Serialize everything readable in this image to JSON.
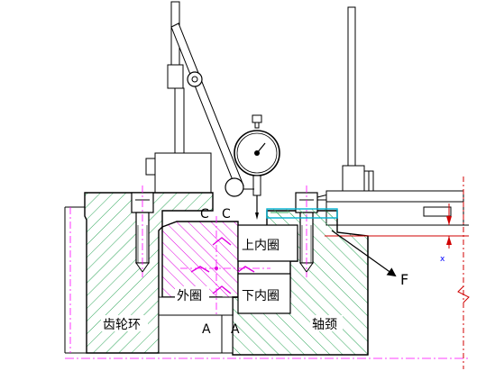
{
  "labels": {
    "upper_inner_ring": "上内圈",
    "lower_inner_ring": "下内圈",
    "outer_ring": "外圈",
    "gear_ring": "齿轮环",
    "journal": "轴颈",
    "force": "F",
    "section_c_left": "C",
    "section_c_right": "C",
    "section_a_left": "A",
    "section_a_right": "A",
    "dim_x": "x"
  },
  "colors": {
    "hatch": "#2fa65a",
    "hatch_magenta": "#e000e0",
    "centerline": "#ff00ff",
    "dimension": "#d00000",
    "cyan": "#00b0d0",
    "outline": "#000000"
  }
}
